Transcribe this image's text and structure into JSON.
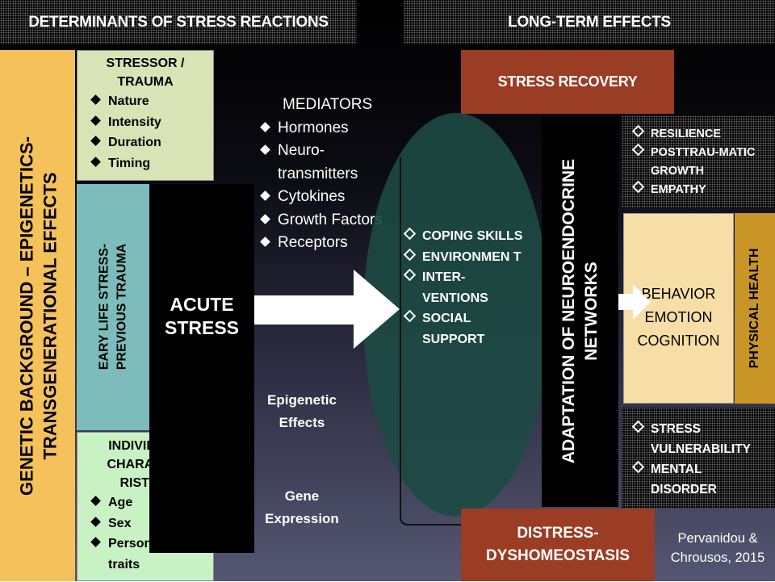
{
  "headers": {
    "left": "DETERMINANTS OF STRESS REACTIONS",
    "right": "LONG-TERM EFFECTS"
  },
  "genetic_bar": {
    "line1": "GENETIC BACKGROUND – EPIGENETICS-",
    "line2": "TRANSGENERATIONAL EFFECTS"
  },
  "stressor_box": {
    "title_line1": "STRESSOR /",
    "title_line2": "TRAUMA",
    "items": [
      "Nature",
      "Intensity",
      "Duration",
      "Timing"
    ]
  },
  "early_life_bar": {
    "line1": "EARY LIFE STRESS-",
    "line2": "PREVIOUS TRAUMA"
  },
  "individual_box": {
    "title_line1": "INDIVIDUAL",
    "title_line2": "CHARACTE-",
    "title_line3": "RISTICS",
    "items": [
      "Age",
      "Sex",
      "Persona-lity traits"
    ]
  },
  "acute_stress": {
    "line1": "ACUTE",
    "line2": "STRESS"
  },
  "mediators": {
    "title": "MEDIATORS",
    "items": [
      "Hormones",
      "Neuro-transmitters",
      "Cytokines",
      "Growth Factors",
      "Receptors"
    ]
  },
  "epigenetic": {
    "line1": "Epigenetic",
    "line2": "Effects"
  },
  "gene_expression": {
    "line1": "Gene",
    "line2": "Expression"
  },
  "modulators": {
    "items": [
      "COPING SKILLS",
      "ENVIRONMEN T",
      "INTER-VENTIONS",
      "SOCIAL SUPPORT"
    ]
  },
  "adaptation": {
    "line1": "ADAPTATION OF NEUROENDOCRINE",
    "line2": "NETWORKS"
  },
  "stress_recovery": "STRESS RECOVERY",
  "recovery_outcomes": {
    "items": [
      "RESILIENCE",
      "POSTTRAU-MATIC GROWTH",
      "EMPATHY"
    ]
  },
  "behavior_box": {
    "line1": "BEHAVIOR",
    "line2": "EMOTION",
    "line3": "COGNITION"
  },
  "physical_health": "PHYSICAL HEALTH",
  "distress_outcomes": {
    "items": [
      "STRESS VULNERABILITY",
      "MENTAL DISORDER"
    ]
  },
  "distress_box": {
    "line1": "DISTRESS-",
    "line2": "DYSHOMEOSTASIS"
  },
  "citation": {
    "line1": "Pervanidou &",
    "line2": "Chrousos, 2015"
  },
  "colors": {
    "genetic": "#f5c15a",
    "stressor": "#d8e4b6",
    "early_life": "#7ebcbb",
    "individual": "#c9f2c4",
    "ellipse": "#1d4a44",
    "recovery": "#9b3c25",
    "behavior": "#f6dea6",
    "physical": "#c99526"
  }
}
